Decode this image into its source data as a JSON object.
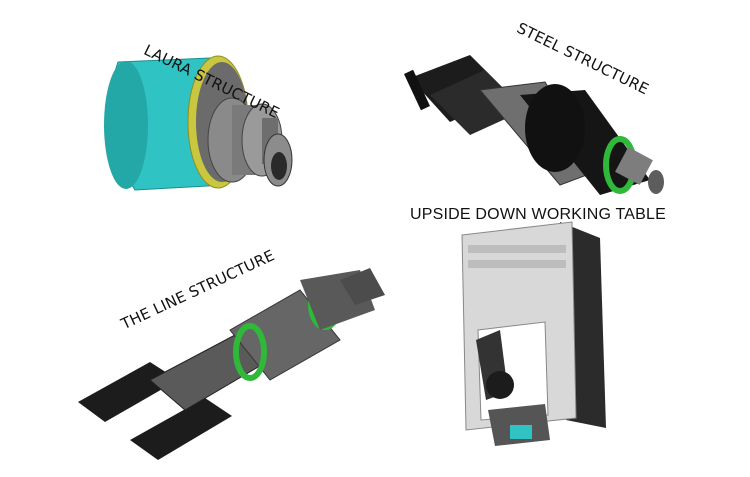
{
  "labels": {
    "laura": "LAURA STRUCTURE",
    "steel": "STEEL STRUCTURE",
    "line": "THE LINE STRUCTURE",
    "upside": "UPSIDE DOWN WORKING TABLE"
  },
  "colors": {
    "cyan": "#2fc3c3",
    "yellow": "#c9c640",
    "green": "#2fb83a",
    "dark": "#1c1c1c",
    "grey": "#7a7a7a",
    "plate": "#d8d8d8"
  }
}
